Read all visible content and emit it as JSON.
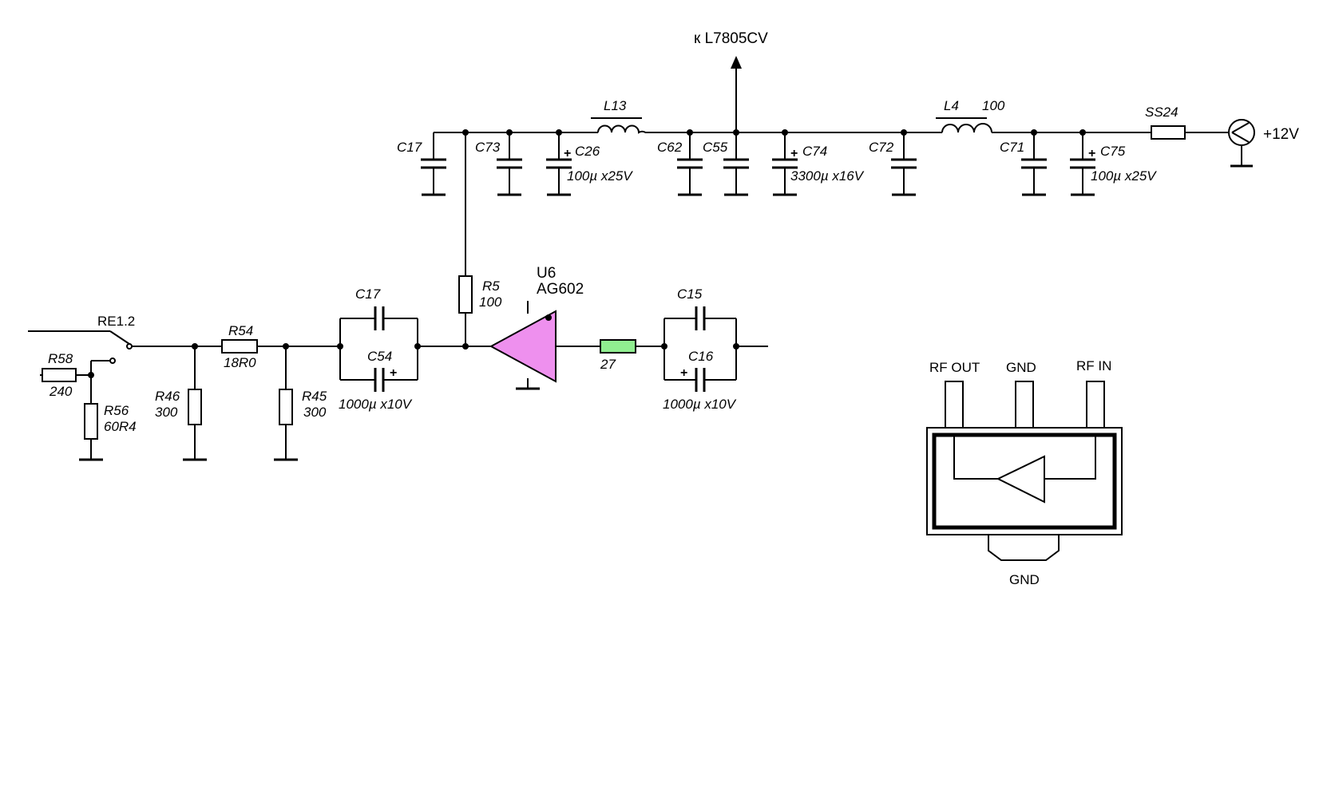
{
  "colors": {
    "amplifier_fill": "#ee90ee",
    "resistor_27_fill": "#90ee90",
    "line": "#000000"
  },
  "labels": {
    "l7805": "к L7805CV",
    "v12": "+12V",
    "ss24": "SS24",
    "l13": "L13",
    "l4": "L4",
    "l4_val": "100",
    "c17_top": "C17",
    "c73": "C73",
    "c26": "C26",
    "c26_val": "100µ x25V",
    "c62": "C62",
    "c55": "C55",
    "c74": "C74",
    "c74_val": "3300µ x16V",
    "c72": "C72",
    "c71": "C71",
    "c75": "C75",
    "c75_val": "100µ x25V",
    "r5": "R5",
    "r5_val": "100",
    "u6": "U6",
    "ag602": "AG602",
    "c15": "C15",
    "c16": "C16",
    "c16_val": "1000µ x10V",
    "r27": "27",
    "c17_bot": "C17",
    "c54": "C54",
    "c54_val": "1000µ x10V",
    "re12": "RE1.2",
    "r54": "R54",
    "r54_val": "18R0",
    "r58": "R58",
    "r58_val": "240",
    "r56": "R56",
    "r56_val": "60R4",
    "r46": "R46",
    "r46_val": "300",
    "r45": "R45",
    "r45_val": "300",
    "pin_rf_out": "RF OUT",
    "pin_gnd_top": "GND",
    "pin_rf_in": "RF IN",
    "pin_gnd_bottom": "GND",
    "plus": "+"
  }
}
